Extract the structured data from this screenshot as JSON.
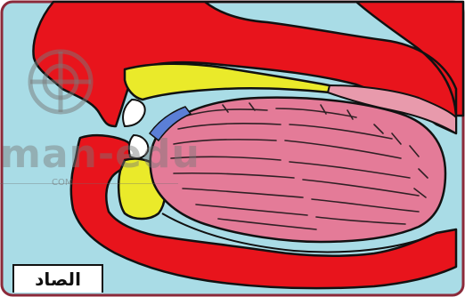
{
  "diagram": {
    "label": "الصاد",
    "watermark_text": "man-edu",
    "watermark_sub": "COM"
  },
  "colors": {
    "background": "#a9dce6",
    "flesh": "#e8141c",
    "bone": "#eaea2a",
    "tongue": "#e47b98",
    "palate": "#e89aac",
    "teeth": "#ffffff",
    "contact": "#5b7fd6",
    "outline": "#111111"
  }
}
